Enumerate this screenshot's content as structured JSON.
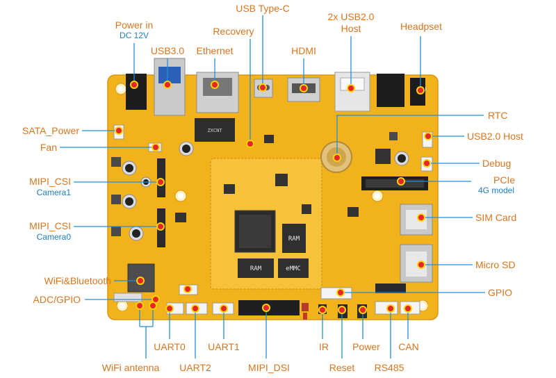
{
  "colors": {
    "label": "#d9751f",
    "sublabel": "#1f7bc2",
    "leader_line": "#1f8fd6",
    "pcb": "#f2b21c",
    "marker_fill": "#e6252a",
    "marker_ring": "#ffd400"
  },
  "labels": {
    "power_in": "Power in",
    "dc_12v": "DC 12V",
    "usb30": "USB3.0",
    "ethernet": "Ethernet",
    "usb_type_c": "USB Type-C",
    "recovery": "Recovery",
    "hdmi": "HDMI",
    "usb20_host_top_line1": "2x USB2.0",
    "usb20_host_top_line2": "Host",
    "headpset": "Headpset",
    "sata_power": "SATA_Power",
    "fan": "Fan",
    "mipi_csi1": "MIPI_CSI",
    "camera1": "Camera1",
    "mipi_csi0": "MIPI_CSI",
    "camera0": "Camera0",
    "wifi_bt": "WiFi&Bluetooth",
    "adc_gpio": "ADC/GPIO",
    "rtc": "RTC",
    "usb20_host_right": "USB2.0 Host",
    "debug": "Debug",
    "pcie": "PCIe",
    "pcie_4g": "4G model",
    "sim_card": "SIM Card",
    "micro_sd": "Micro SD",
    "gpio": "GPIO",
    "uart0": "UART0",
    "uart1": "UART1",
    "uart2": "UART2",
    "wifi_antenna": "WiFi antenna",
    "mipi_dsi": "MIPI_DSI",
    "ir": "IR",
    "reset": "Reset",
    "power": "Power",
    "rs485": "RS485",
    "can": "CAN"
  },
  "board_text": {
    "chip_logo": "ZXCNT",
    "ram_top": "RAM",
    "ram_bottom": "RAM",
    "emmc": "eMMC"
  }
}
